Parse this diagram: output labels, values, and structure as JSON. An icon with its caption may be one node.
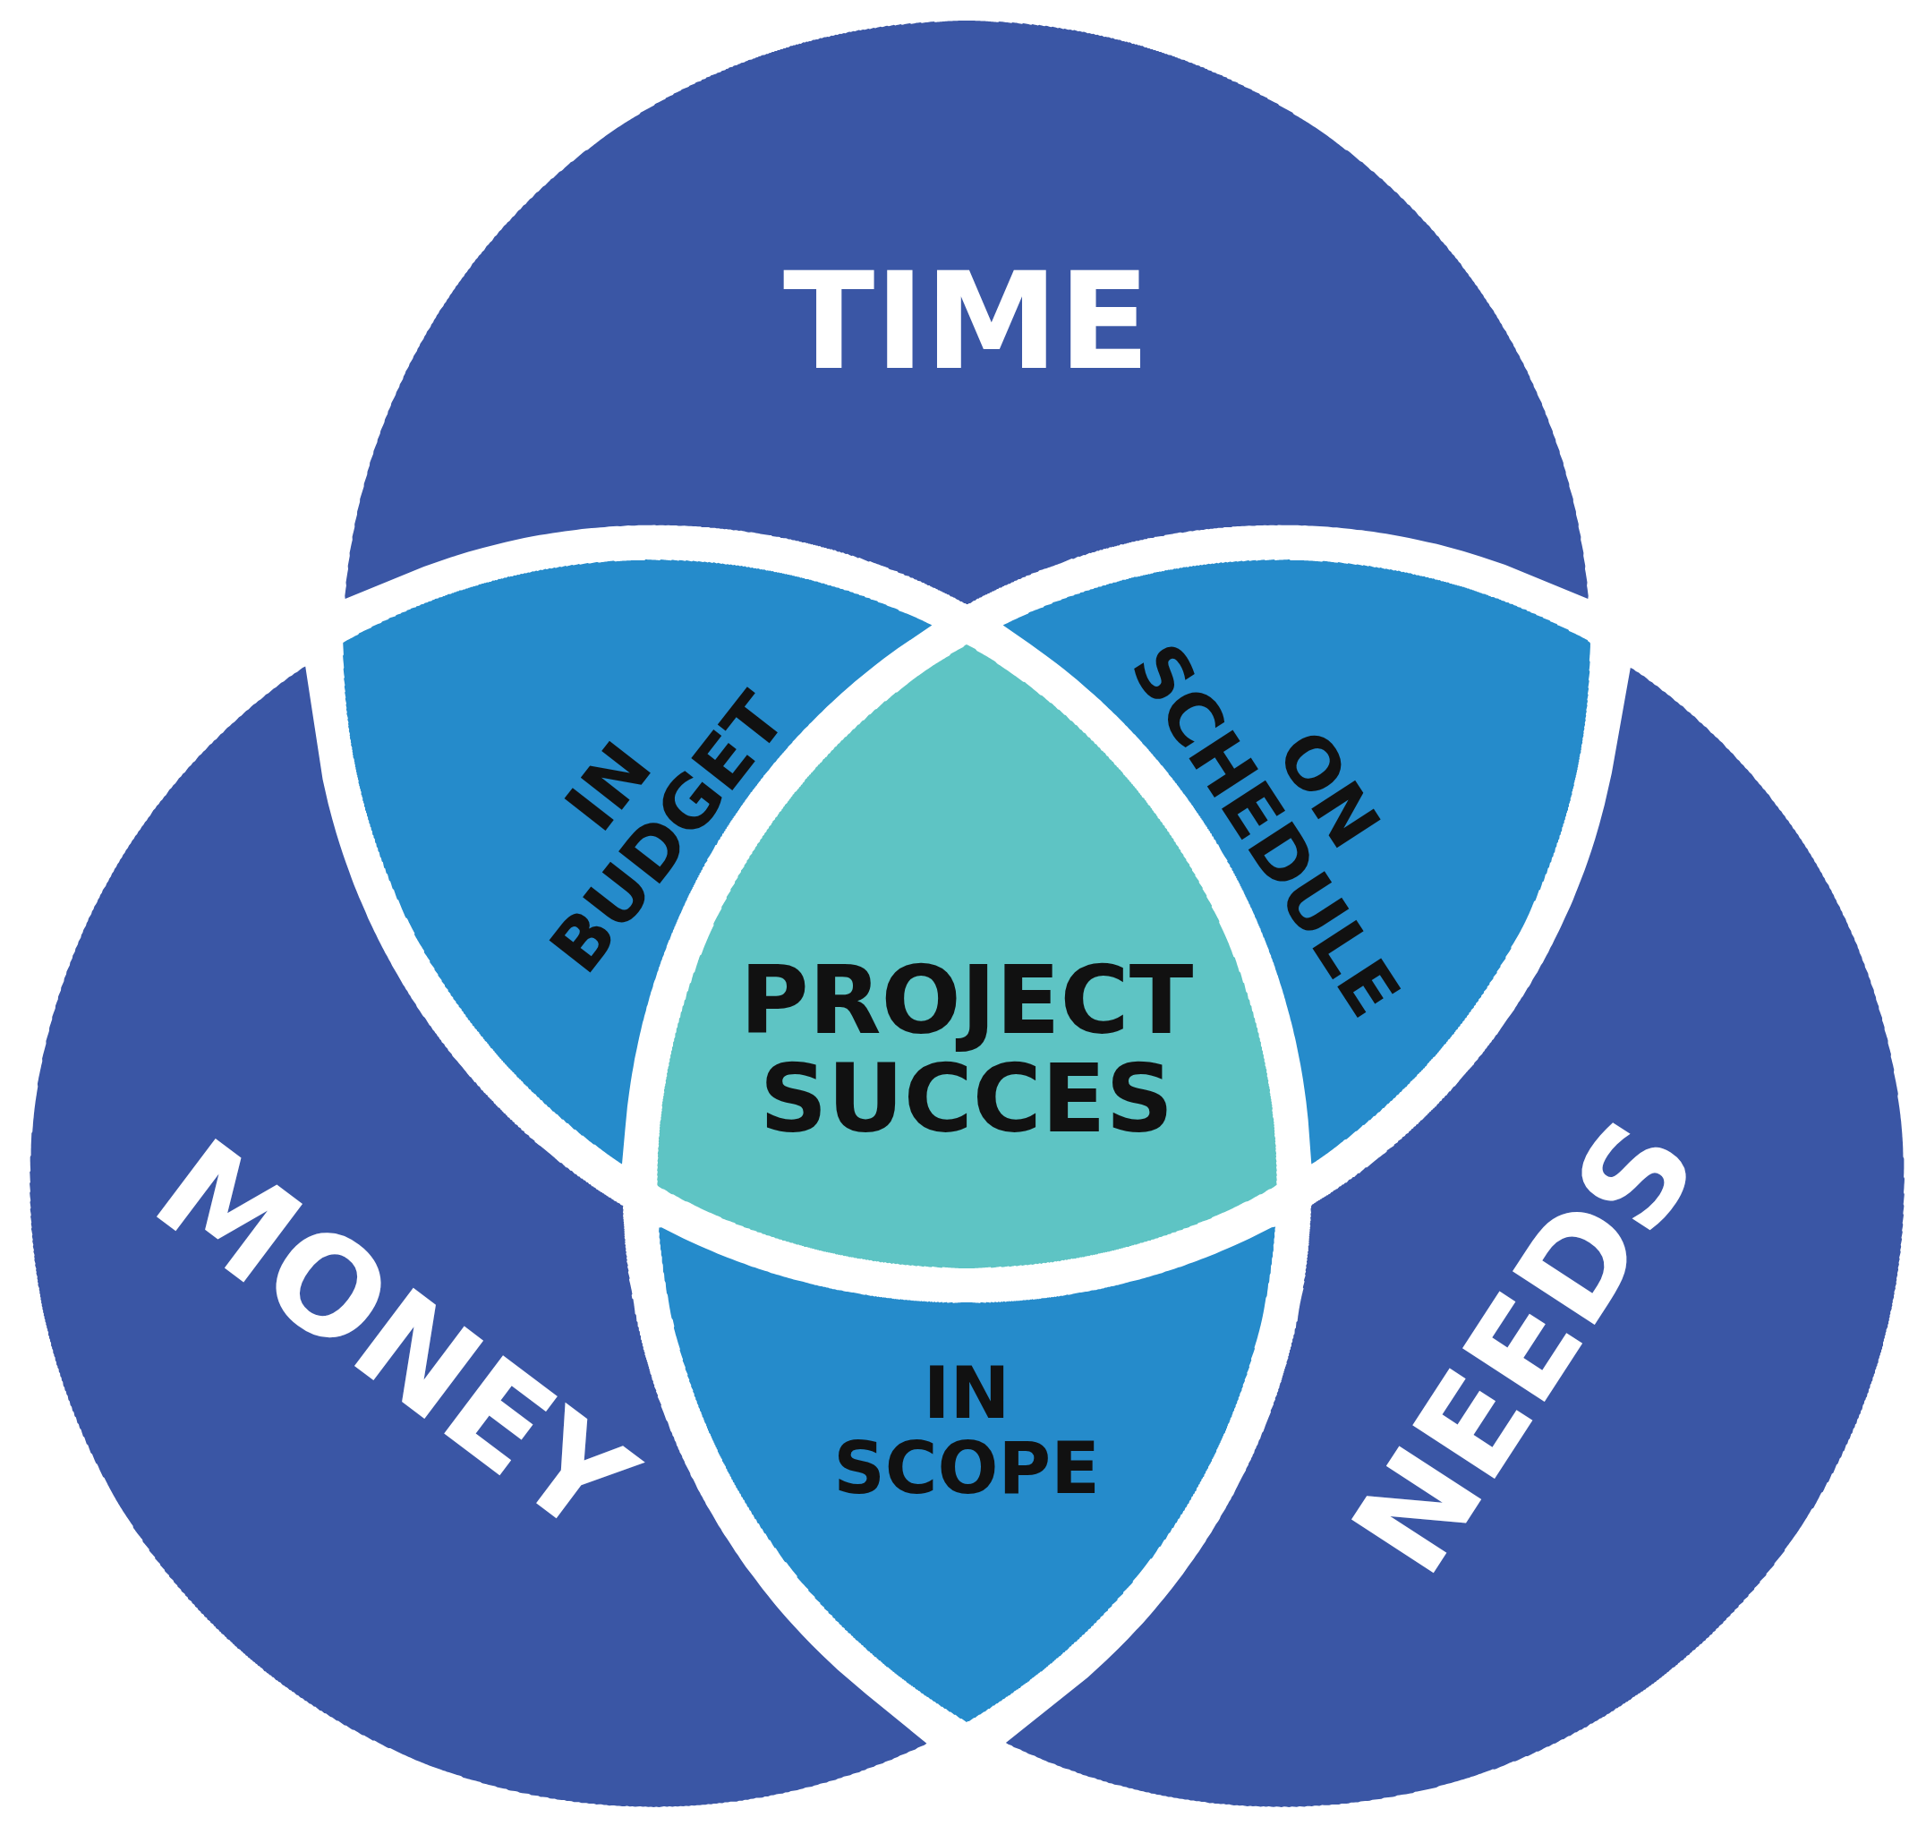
{
  "diagram": {
    "nodes": [
      {
        "text": [
          "TIME"
        ]
      },
      {
        "text": [
          "MONEY"
        ]
      },
      {
        "text": [
          "NEEDS"
        ]
      },
      {
        "text": [
          "IN BUDGET"
        ]
      },
      {
        "text": [
          "ON SCHEDULE"
        ]
      },
      {
        "text": [
          "PROJECT SUCCES"
        ]
      },
      {
        "text": [
          "IN SCOPE"
        ]
      }
    ],
    "edges": []
  }
}
